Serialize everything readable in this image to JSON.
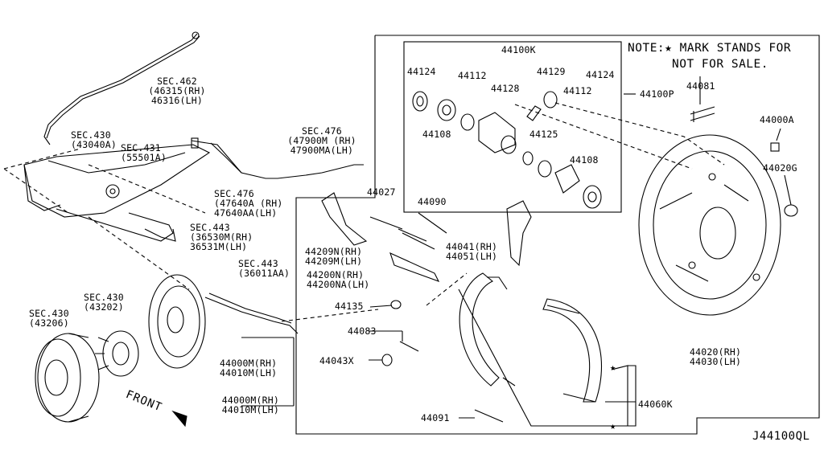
{
  "note": {
    "line1": "NOTE:★ MARK STANDS FOR",
    "line2": "NOT FOR SALE."
  },
  "diagram_code": "J44100QL",
  "front_label": "FRONT",
  "labels": {
    "sec462": [
      "SEC.462",
      "(46315(RH)",
      "46316(LH)"
    ],
    "sec430_a": [
      "SEC.430",
      "(43040A)"
    ],
    "sec431": [
      "SEC.431",
      "(55501A)"
    ],
    "sec476_a": [
      "SEC.476",
      "(47900M (RH)",
      "47900MA(LH)"
    ],
    "sec476_b": [
      "SEC.476",
      "(47640A (RH)",
      "47640AA(LH)"
    ],
    "sec443_a": [
      "SEC.443",
      "(36530M(RH)",
      "36531M(LH)"
    ],
    "sec443_b": [
      "SEC.443",
      "(36011AA)"
    ],
    "sec430_b": [
      "SEC.430",
      "(43202)"
    ],
    "sec430_c": [
      "SEC.430",
      "(43206)"
    ],
    "p44000m_in": [
      "44000M(RH)",
      "44010M(LH)"
    ],
    "p44000m_out": [
      "44000M(RH)",
      "44010M(LH)"
    ],
    "p44100k": "44100K",
    "p44124_l": "44124",
    "p44112_a": "44112",
    "p44129": "44129",
    "p44124_r": "44124",
    "p44128": "44128",
    "p44112_b": "44112",
    "p44100p": "44100P",
    "p44108_l": "44108",
    "p44125": "44125",
    "p44108_r": "44108",
    "p44081": "44081",
    "p44000a": "44000A",
    "p44020g": "44020G",
    "p44027": "44027",
    "p44090": "44090",
    "p44209n": [
      "44209N(RH)",
      "44209M(LH)"
    ],
    "p44041": [
      "44041(RH)",
      "44051(LH)"
    ],
    "p44200n": [
      "44200N(RH)",
      "44200NA(LH)"
    ],
    "p44135": "44135",
    "p44083": "44083",
    "p44043x": "44043X",
    "p44020": [
      "44020(RH)",
      "44030(LH)"
    ],
    "p44060k": "44060K",
    "p44091": "44091"
  }
}
